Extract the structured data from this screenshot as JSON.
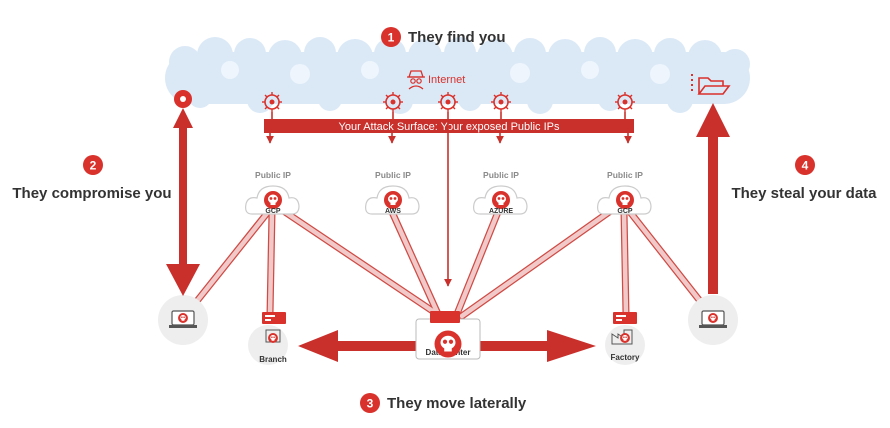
{
  "steps": {
    "find": {
      "num": "1",
      "title": "They find you"
    },
    "compromise": {
      "num": "2",
      "title": "They compromise you"
    },
    "lateral": {
      "num": "3",
      "title": "They move laterally"
    },
    "steal": {
      "num": "4",
      "title": "They steal your data"
    }
  },
  "internet": {
    "label": "Internet"
  },
  "attack_surface": {
    "label": "Your Attack Surface: Your exposed Public IPs"
  },
  "clouds": [
    {
      "public_ip": "Public IP",
      "provider": "GCP"
    },
    {
      "public_ip": "Public IP",
      "provider": "AWS"
    },
    {
      "public_ip": "Public IP",
      "provider": "AZURE"
    },
    {
      "public_ip": "Public IP",
      "provider": "GCP"
    }
  ],
  "sites": {
    "branch": "Branch",
    "datacenter": "Data Center",
    "factory": "Factory"
  },
  "colors": {
    "accent": "#d9312b",
    "arrow": "#c9302c",
    "link": "#e9b3b3",
    "cloud": "#dbe9f7",
    "text": "#333333"
  },
  "icons": {
    "hacker": "hacker-icon",
    "skull": "skull-virus-icon",
    "folder": "open-folder-icon",
    "laptop": "laptop-icon"
  }
}
